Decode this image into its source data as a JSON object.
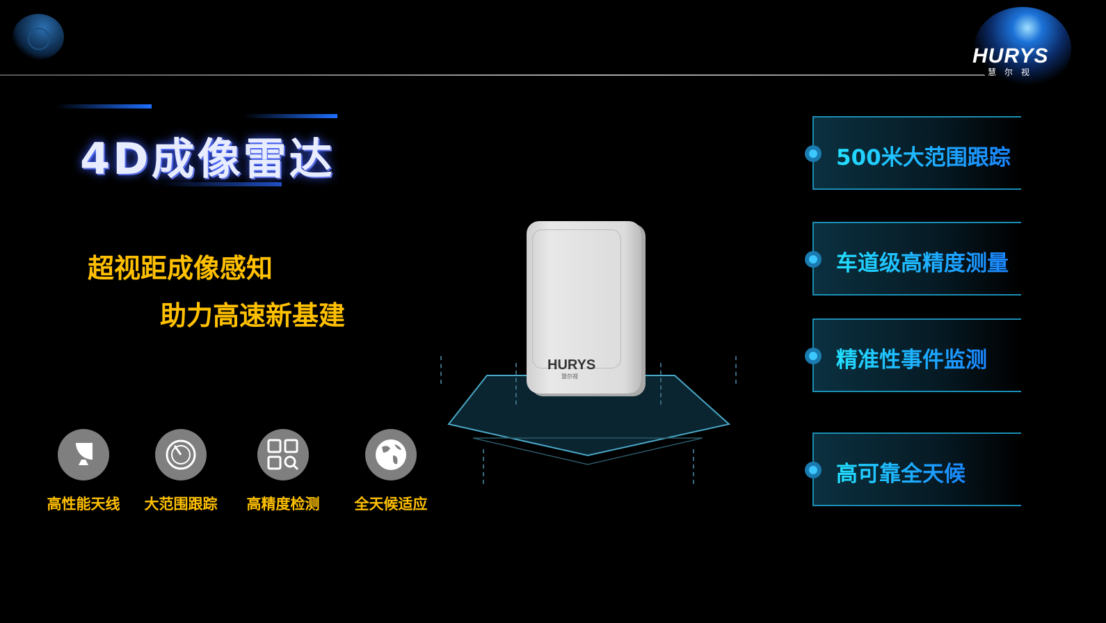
{
  "slide": {
    "title": "4D成像雷达",
    "slogan_line1": "超视距成像感知",
    "slogan_line2": "助力高速新基建",
    "logo": {
      "brand": "HURYS",
      "chinese": "慧尔视"
    },
    "features": [
      {
        "icon": "satellite-dish-icon",
        "label": "高性能天线"
      },
      {
        "icon": "radar-icon",
        "label": "大范围跟踪"
      },
      {
        "icon": "grid-search-icon",
        "label": "高精度检测"
      },
      {
        "icon": "globe-icon",
        "label": "全天候适应"
      }
    ],
    "highlights": [
      "500米大范围跟踪",
      "车道级高精度测量",
      "精准性事件监测",
      "高可靠全天候"
    ],
    "device": {
      "brand": "HURYS",
      "chinese": "慧尔视"
    },
    "colors": {
      "accent_yellow": "#ffc000",
      "accent_cyan": "#22e0ff",
      "background": "#000000"
    }
  }
}
